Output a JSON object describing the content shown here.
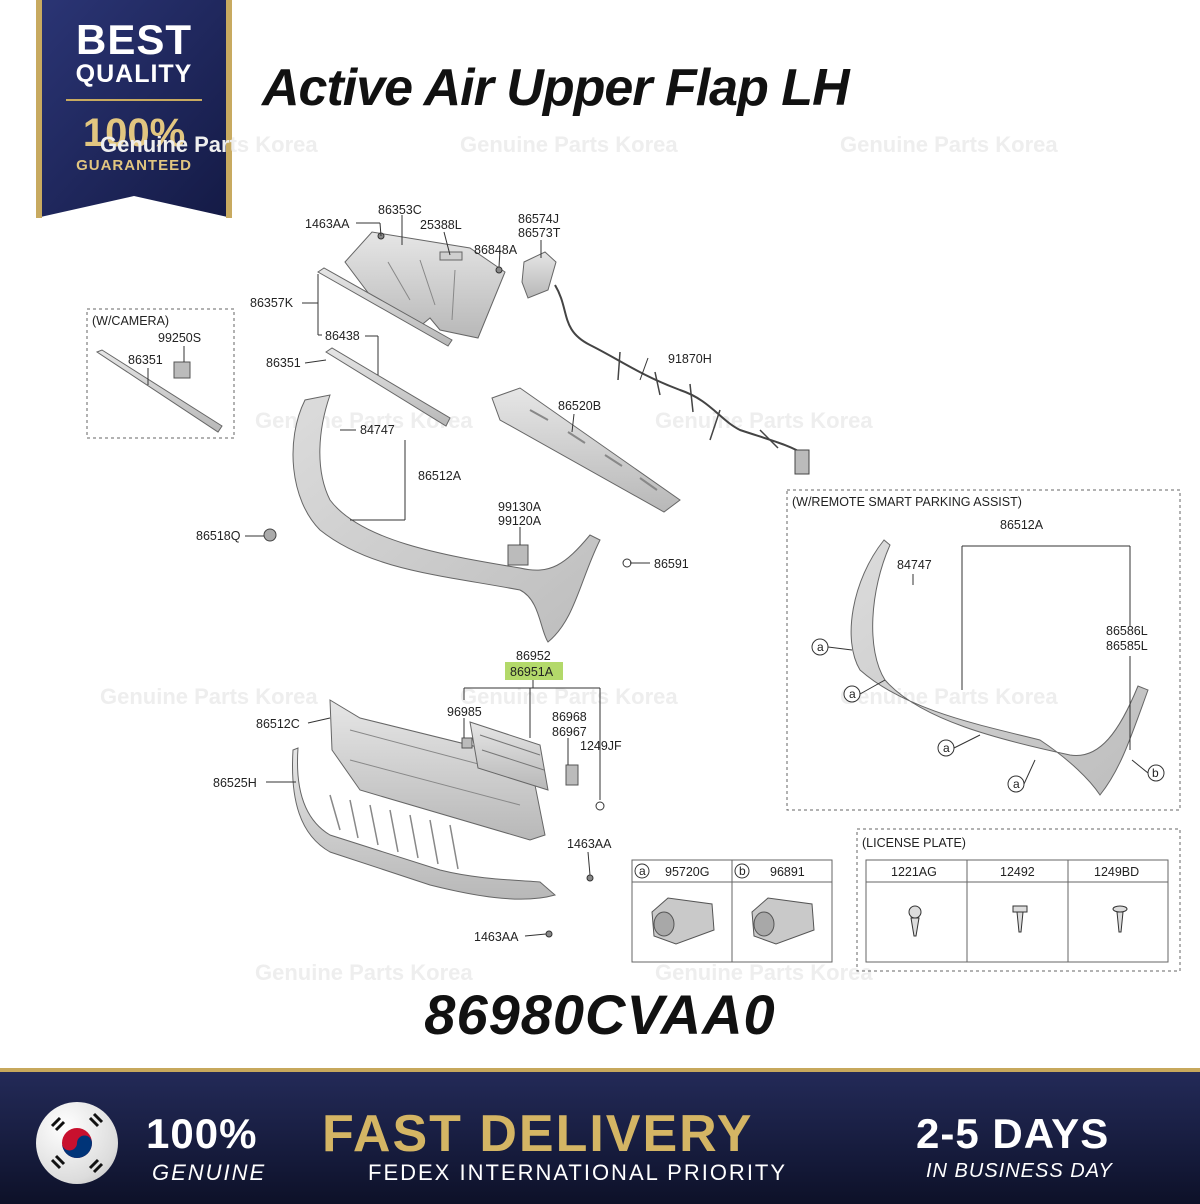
{
  "badge": {
    "line1": "BEST",
    "line2": "QUALITY",
    "line3": "100%",
    "line4": "GUARANTEED"
  },
  "title": "Active Air Upper Flap LH",
  "watermark": "Genuine Parts Korea",
  "part_number": "86980CVAA0",
  "highlight_color": "#b3d96a",
  "diagram": {
    "labels": {
      "l1463AA_top": "1463AA",
      "l86353C": "86353C",
      "l25388L": "25388L",
      "l86574J": "86574J",
      "l86573T": "86573T",
      "l86848A": "86848A",
      "l86357K": "86357K",
      "l86438": "86438",
      "l86351_main": "86351",
      "l91870H": "91870H",
      "l86520B": "86520B",
      "l84747": "84747",
      "l86512A": "86512A",
      "l86518Q": "86518Q",
      "l99130A": "99130A",
      "l99120A": "99120A",
      "l86591": "86591",
      "l86952": "86952",
      "l86951A": "86951A",
      "l96985": "96985",
      "l86968": "86968",
      "l86967": "86967",
      "l1249JF": "1249JF",
      "l86512C": "86512C",
      "l86525H": "86525H",
      "l1463AA_mid": "1463AA",
      "l1463AA_bot": "1463AA"
    },
    "camera_box": {
      "title": "(W/CAMERA)",
      "l99250S": "99250S",
      "l86351": "86351"
    },
    "parking_box": {
      "title": "(W/REMOTE SMART PARKING ASSIST)",
      "l86512A": "86512A",
      "l84747": "84747",
      "l86586L": "86586L",
      "l86585L": "86585L",
      "marker_a": "a",
      "marker_b": "b"
    },
    "sensor_table": {
      "a_marker": "a",
      "a_part": "95720G",
      "b_marker": "b",
      "b_part": "96891"
    },
    "license_box": {
      "title": "(LICENSE PLATE)",
      "c1": "1221AG",
      "c2": "12492",
      "c3": "1249BD"
    }
  },
  "footer": {
    "genuine_pct": "100%",
    "genuine_label": "GENUINE",
    "fast_delivery": "FAST DELIVERY",
    "carrier": "FEDEX INTERNATIONAL PRIORITY",
    "days": "2-5 DAYS",
    "days_label": "IN BUSINESS DAY"
  }
}
